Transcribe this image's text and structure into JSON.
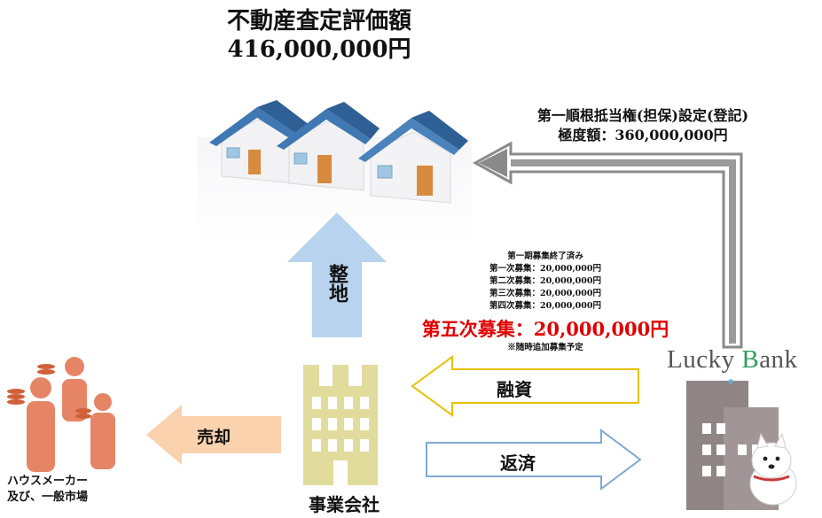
{
  "title": {
    "line1": "不動産査定評価額",
    "line2": "416,000,000円"
  },
  "mortgage": {
    "line1": "第一順根抵当権(担保)設定(登記)",
    "line2": "極度額：360,000,000円"
  },
  "offering": {
    "completed": "第一期募集終了済み",
    "rounds": [
      "第一次募集：20,000,000円",
      "第二次募集：20,000,000円",
      "第三次募集：20,000,000円",
      "第四次募集：20,000,000円"
    ],
    "fifth": "第五次募集：20,000,000円",
    "note": "※随時追加募集予定"
  },
  "arrows": {
    "seichi": "整地",
    "loan": "融資",
    "repayment": "返済",
    "sale": "売却"
  },
  "company": {
    "label": "事業会社"
  },
  "market": {
    "line1": "ハウスメーカー",
    "line2": "及び、一般市場"
  },
  "bank": {
    "name_part1": "Lucky ",
    "name_b": "B",
    "name_part2": "ank"
  },
  "colors": {
    "fifth_round": "#e00000",
    "loan_arrow_border": "#e6c000",
    "repay_arrow_border": "#7fa8d8",
    "sale_arrow": "#fbd2ae",
    "seichi_arrow": "#b8d3ee",
    "company_building": "#e2dc9c",
    "people": "#e68566",
    "bank_building": "#8f8486",
    "gray_arrow": "#9a9a9a"
  }
}
